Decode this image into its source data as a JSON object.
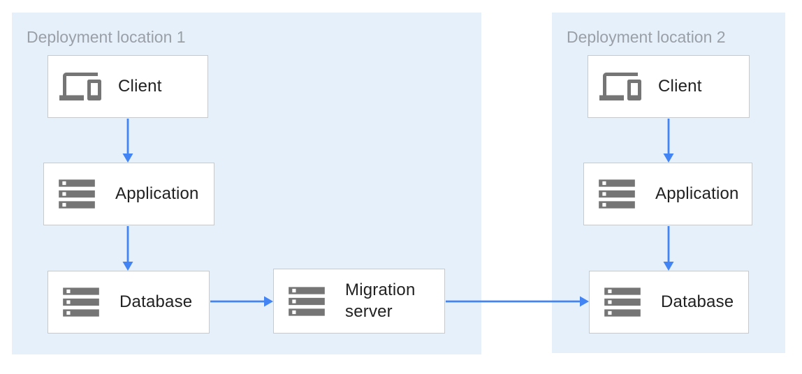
{
  "colors": {
    "region_background": "#e6f0fb",
    "node_background": "#ffffff",
    "node_border": "#c7cacd",
    "region_title_text": "#9aa0a6",
    "node_label_text": "#212121",
    "icon_gray": "#757575",
    "arrow_blue": "#4284f3"
  },
  "regions": [
    {
      "id": "deployment-location-1",
      "label": "Deployment location 1",
      "nodes": [
        {
          "id": "client-1",
          "label": "Client",
          "icon": "devices-icon"
        },
        {
          "id": "application-1",
          "label": "Application",
          "icon": "server-stack-icon"
        },
        {
          "id": "database-1",
          "label": "Database",
          "icon": "server-stack-icon"
        },
        {
          "id": "migration-server",
          "label": "Migration server",
          "icon": "server-stack-icon"
        }
      ]
    },
    {
      "id": "deployment-location-2",
      "label": "Deployment location 2",
      "nodes": [
        {
          "id": "client-2",
          "label": "Client",
          "icon": "devices-icon"
        },
        {
          "id": "application-2",
          "label": "Application",
          "icon": "server-stack-icon"
        },
        {
          "id": "database-2",
          "label": "Database",
          "icon": "server-stack-icon"
        }
      ]
    }
  ],
  "edges": [
    {
      "from": "client-1",
      "to": "application-1",
      "direction": "down"
    },
    {
      "from": "application-1",
      "to": "database-1",
      "direction": "down"
    },
    {
      "from": "database-1",
      "to": "migration-server",
      "direction": "right"
    },
    {
      "from": "migration-server",
      "to": "database-2",
      "direction": "right"
    },
    {
      "from": "client-2",
      "to": "application-2",
      "direction": "down"
    },
    {
      "from": "application-2",
      "to": "database-2",
      "direction": "down"
    }
  ]
}
